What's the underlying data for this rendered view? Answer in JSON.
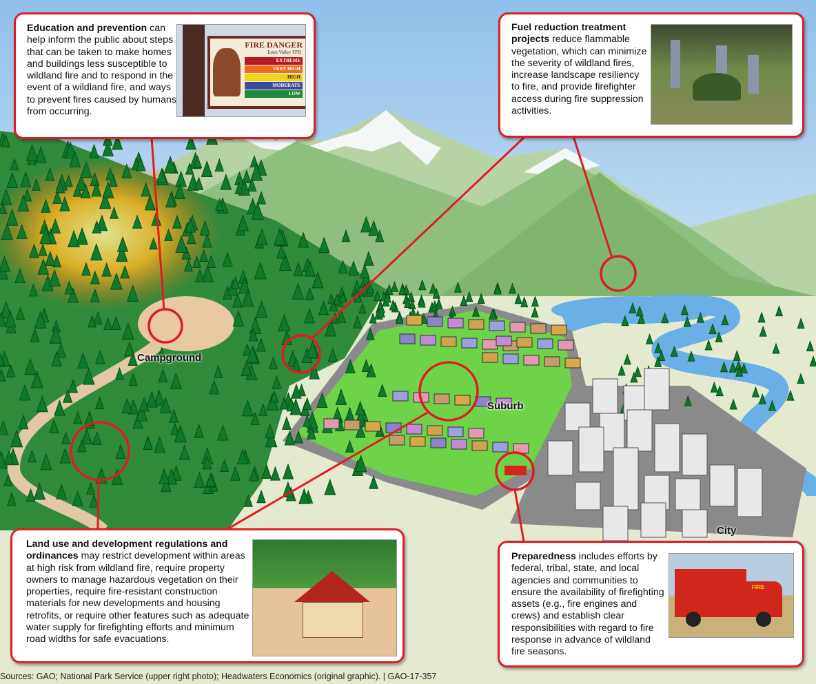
{
  "callouts": {
    "education": {
      "title": "Education and prevention",
      "body": " can help inform the public about steps that can be taken to make homes and buildings less susceptible to wildland fire and to respond in the event of a wildland fire, and ways to prevent fires caused by humans from occurring.",
      "photo": {
        "sign_title": "FIRE DANGER",
        "sign_subtitle": "Estes Valley FPD",
        "levels": [
          "EXTREME",
          "VERY HIGH",
          "HIGH",
          "MODERATE",
          "LOW"
        ],
        "level_colors": [
          "#b01c22",
          "#ef6a1e",
          "#f2d21c",
          "#3d4c9a",
          "#1e8a3e"
        ]
      }
    },
    "fuel": {
      "title": "Fuel reduction treatment projects",
      "body": " reduce flammable vegetation, which can minimize the severity of wildland fires, increase landscape resiliency to fire, and provide firefighter access during fire suppression activities."
    },
    "landuse": {
      "title": "Land use and development regulations and ordinances",
      "body": " may restrict development within areas at high risk from wildland fire, require property owners to manage hazardous vegetation on their properties, require fire-resistant construction materials for new developments and housing retrofits, or require other features such as adequate water supply for firefighting efforts and minimum road widths for safe evacuations."
    },
    "preparedness": {
      "title": "Preparedness",
      "body": " includes efforts by federal, tribal, state, and local agencies and communities to ensure the availability of firefighting assets (e.g., fire engines and crews) and establish clear responsibilities with regard to fire response in advance of wildland fire seasons.",
      "photo": {
        "truck_label": "FIRE"
      }
    }
  },
  "labels": {
    "campground": "Campground",
    "suburb": "Suburb",
    "city": "City"
  },
  "source": "Sources: GAO; National Park Service (upper right photo); Headwaters Economics (original graphic).  |  GAO-17-357",
  "colors": {
    "callout_border": "#e01b22",
    "sky": "#a9cbe8",
    "forest": "#1d7a2e",
    "lawn": "#6fd34a",
    "water": "#6ab0e6",
    "fire": "#f5a516"
  }
}
